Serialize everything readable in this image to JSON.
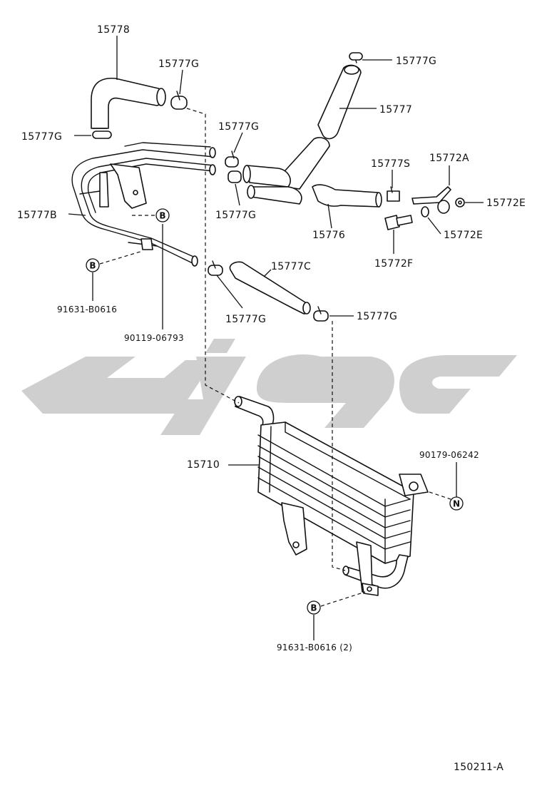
{
  "diagram": {
    "callouts": {
      "c15778": "15778",
      "c15777G_a": "15777G",
      "c15777G_b": "15777G",
      "c15777G_c": "15777G",
      "c15777G_d": "15777G",
      "c15777G_e": "15777G",
      "c15777G_f": "15777G",
      "c15777G_g": "15777G",
      "c15777": "15777",
      "c15777S": "15777S",
      "c15772A": "15772A",
      "c15772E_a": "15772E",
      "c15772E_b": "15772E",
      "c15772F": "15772F",
      "c15776": "15776",
      "c15777B": "15777B",
      "c15777C": "15777C",
      "c91631_B0616": "91631-B0616",
      "c90119_06793": "90119-06793",
      "c15710": "15710",
      "c90179_06242": "90179-06242",
      "c91631_B0616_2": "91631-B0616 (2)",
      "code": "150211-A"
    },
    "markers": {
      "b1": "B",
      "b2": "B",
      "b3": "B",
      "n1": "N"
    }
  }
}
